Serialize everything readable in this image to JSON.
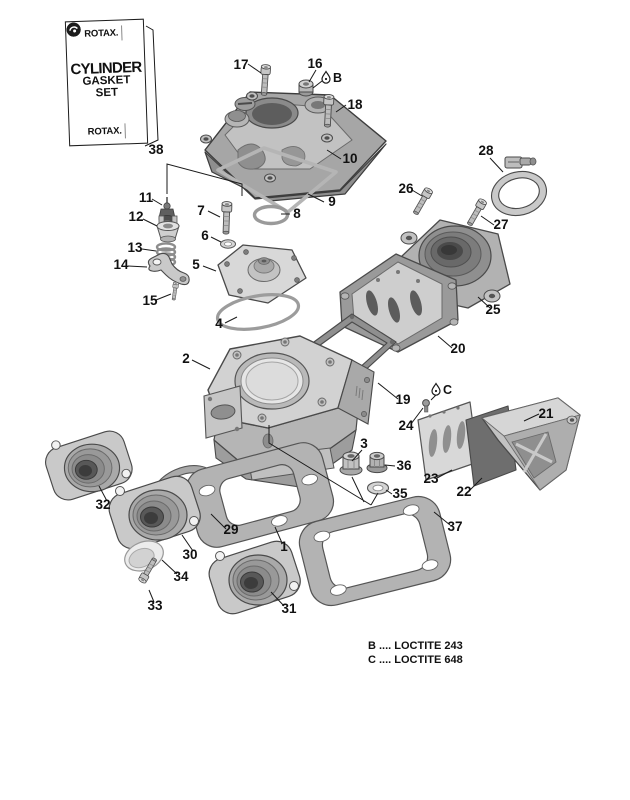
{
  "packaging_box": {
    "brand_top": "ROTAX.",
    "brand_bottom": "ROTAX.",
    "title_line1": "CYLINDER",
    "title_line2": "GASKET",
    "title_line3": "SET"
  },
  "callouts": {
    "n1": "1",
    "n2": "2",
    "n3": "3",
    "n4": "4",
    "n5": "5",
    "n6": "6",
    "n7": "7",
    "n8": "8",
    "n9": "9",
    "n10": "10",
    "n11": "11",
    "n12": "12",
    "n13": "13",
    "n14": "14",
    "n15": "15",
    "n16": "16",
    "n17": "17",
    "n18": "18",
    "n19": "19",
    "n20": "20",
    "n21": "21",
    "n22": "22",
    "n23": "23",
    "n24": "24",
    "n25": "25",
    "n26": "26",
    "n27": "27",
    "n28": "28",
    "n29": "29",
    "n30": "30",
    "n31": "31",
    "n32": "32",
    "n33": "33",
    "n34": "34",
    "n35": "35",
    "n36": "36",
    "n37": "37",
    "n38": "38"
  },
  "adhesive_markers": {
    "b": "B",
    "c": "C"
  },
  "legend": {
    "b_line": "B .... LOCTITE 243",
    "c_line": "C .... LOCTITE 648"
  },
  "colors": {
    "background": "#ffffff",
    "line": "#1a1a1a",
    "metal_light": "#d2d2d2",
    "metal_mid": "#a9a9a9",
    "metal_dark": "#6e6e6e",
    "gasket_gray": "#b3b3b3"
  }
}
